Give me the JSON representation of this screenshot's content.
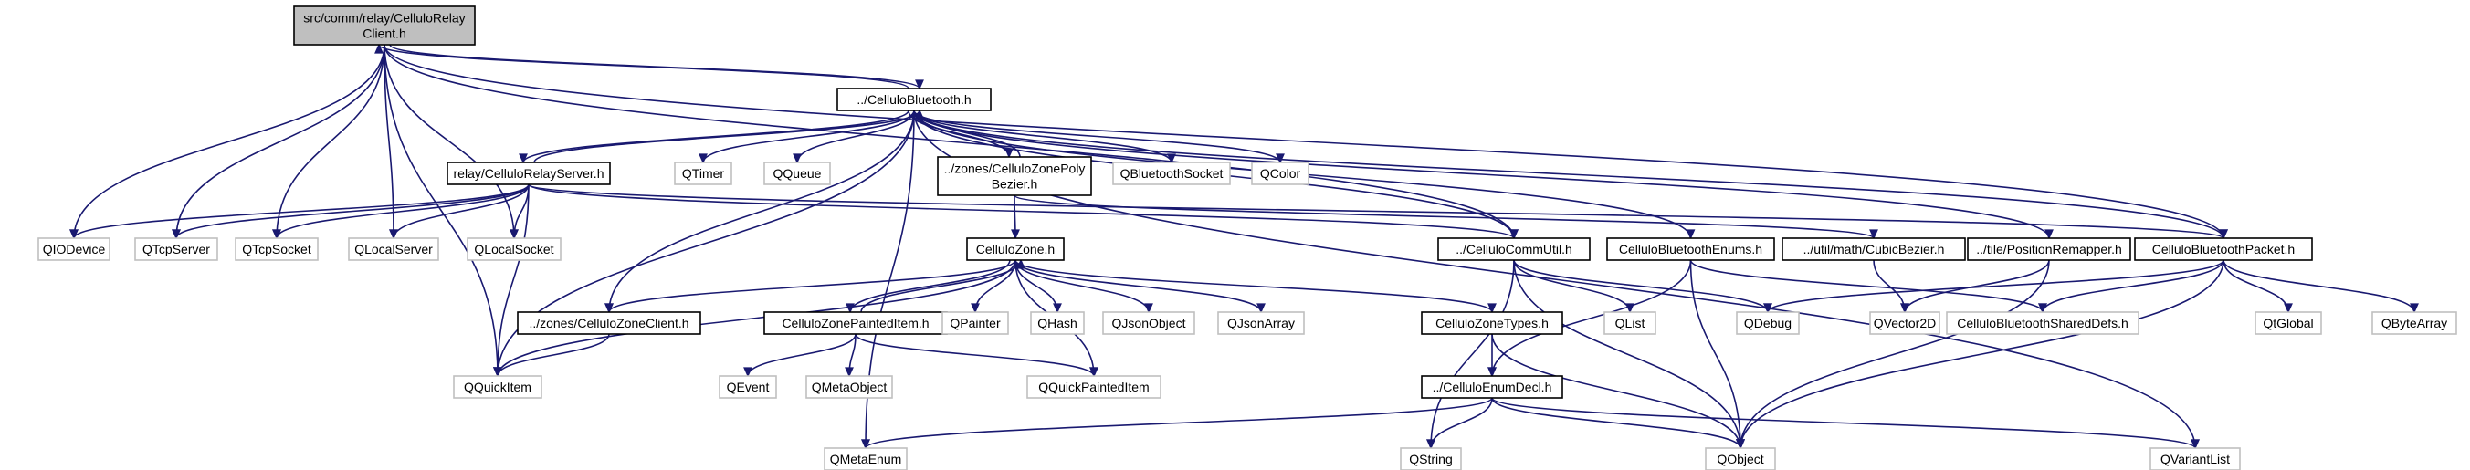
{
  "graph": {
    "nodes": [
      {
        "id": "relay_client",
        "lines": [
          "src/comm/relay/CelluloRelay",
          "Client.h"
        ],
        "kind": "main"
      },
      {
        "id": "bluetooth",
        "lines": [
          "../CelluloBluetooth.h"
        ],
        "kind": "local"
      },
      {
        "id": "relay_server",
        "lines": [
          "relay/CelluloRelayServer.h"
        ],
        "kind": "local"
      },
      {
        "id": "qiodevice",
        "lines": [
          "QIODevice"
        ],
        "kind": "ext"
      },
      {
        "id": "qtcpserver",
        "lines": [
          "QTcpServer"
        ],
        "kind": "ext"
      },
      {
        "id": "qtcpsocket",
        "lines": [
          "QTcpSocket"
        ],
        "kind": "ext"
      },
      {
        "id": "qlocalserver",
        "lines": [
          "QLocalServer"
        ],
        "kind": "ext"
      },
      {
        "id": "qlocalsocket",
        "lines": [
          "QLocalSocket"
        ],
        "kind": "ext"
      },
      {
        "id": "qtimer",
        "lines": [
          "QTimer"
        ],
        "kind": "ext"
      },
      {
        "id": "qqueue",
        "lines": [
          "QQueue"
        ],
        "kind": "ext"
      },
      {
        "id": "zonepoly",
        "lines": [
          "../zones/CelluloZonePoly",
          "Bezier.h"
        ],
        "kind": "local"
      },
      {
        "id": "qbtsocket",
        "lines": [
          "QBluetoothSocket"
        ],
        "kind": "ext"
      },
      {
        "id": "qcolor",
        "lines": [
          "QColor"
        ],
        "kind": "ext"
      },
      {
        "id": "commutil",
        "lines": [
          "../CelluloCommUtil.h"
        ],
        "kind": "local"
      },
      {
        "id": "btenums",
        "lines": [
          "CelluloBluetoothEnums.h"
        ],
        "kind": "local"
      },
      {
        "id": "cubicbezier",
        "lines": [
          "../util/math/CubicBezier.h"
        ],
        "kind": "local"
      },
      {
        "id": "posremap",
        "lines": [
          "../tile/PositionRemapper.h"
        ],
        "kind": "local"
      },
      {
        "id": "btpacket",
        "lines": [
          "CelluloBluetoothPacket.h"
        ],
        "kind": "local"
      },
      {
        "id": "zone",
        "lines": [
          "CelluloZone.h"
        ],
        "kind": "local"
      },
      {
        "id": "zoneclient",
        "lines": [
          "../zones/CelluloZoneClient.h"
        ],
        "kind": "local"
      },
      {
        "id": "zonepainted",
        "lines": [
          "CelluloZonePaintedItem.h"
        ],
        "kind": "local"
      },
      {
        "id": "qpainter",
        "lines": [
          "QPainter"
        ],
        "kind": "ext"
      },
      {
        "id": "qhash",
        "lines": [
          "QHash"
        ],
        "kind": "ext"
      },
      {
        "id": "qjsonobject",
        "lines": [
          "QJsonObject"
        ],
        "kind": "ext"
      },
      {
        "id": "qjsonarray",
        "lines": [
          "QJsonArray"
        ],
        "kind": "ext"
      },
      {
        "id": "zonetypes",
        "lines": [
          "CelluloZoneTypes.h"
        ],
        "kind": "local"
      },
      {
        "id": "qlist",
        "lines": [
          "QList"
        ],
        "kind": "ext"
      },
      {
        "id": "qdebug",
        "lines": [
          "QDebug"
        ],
        "kind": "ext"
      },
      {
        "id": "shareddefs",
        "lines": [
          "CelluloBluetoothSharedDefs.h"
        ],
        "kind": "ext"
      },
      {
        "id": "qvector2d",
        "lines": [
          "QVector2D"
        ],
        "kind": "ext"
      },
      {
        "id": "qtglobal",
        "lines": [
          "QtGlobal"
        ],
        "kind": "ext"
      },
      {
        "id": "qbytearray",
        "lines": [
          "QByteArray"
        ],
        "kind": "ext"
      },
      {
        "id": "qquickitem",
        "lines": [
          "QQuickItem"
        ],
        "kind": "ext"
      },
      {
        "id": "qevent",
        "lines": [
          "QEvent"
        ],
        "kind": "ext"
      },
      {
        "id": "qmetaobject",
        "lines": [
          "QMetaObject"
        ],
        "kind": "ext"
      },
      {
        "id": "qquickpainted",
        "lines": [
          "QQuickPaintedItem"
        ],
        "kind": "ext"
      },
      {
        "id": "enumdecl",
        "lines": [
          "../CelluloEnumDecl.h"
        ],
        "kind": "local"
      },
      {
        "id": "qmetaenum",
        "lines": [
          "QMetaEnum"
        ],
        "kind": "ext"
      },
      {
        "id": "qstring",
        "lines": [
          "QString"
        ],
        "kind": "ext"
      },
      {
        "id": "qobject",
        "lines": [
          "QObject"
        ],
        "kind": "ext"
      },
      {
        "id": "qvariantlist",
        "lines": [
          "QVariantList"
        ],
        "kind": "ext"
      }
    ],
    "edges": [
      [
        "relay_client",
        "bluetooth"
      ],
      [
        "relay_client",
        "qiodevice"
      ],
      [
        "relay_client",
        "qtcpserver"
      ],
      [
        "relay_client",
        "qtcpsocket"
      ],
      [
        "relay_client",
        "qlocalserver"
      ],
      [
        "relay_client",
        "qlocalsocket"
      ],
      [
        "relay_client",
        "qquickitem"
      ],
      [
        "relay_client",
        "btpacket"
      ],
      [
        "relay_client",
        "commutil"
      ],
      [
        "bluetooth",
        "relay_client"
      ],
      [
        "bluetooth",
        "relay_server"
      ],
      [
        "bluetooth",
        "qtimer"
      ],
      [
        "bluetooth",
        "qqueue"
      ],
      [
        "bluetooth",
        "zonepoly"
      ],
      [
        "bluetooth",
        "qbtsocket"
      ],
      [
        "bluetooth",
        "qcolor"
      ],
      [
        "bluetooth",
        "btenums"
      ],
      [
        "bluetooth",
        "posremap"
      ],
      [
        "bluetooth",
        "btpacket"
      ],
      [
        "bluetooth",
        "zoneclient"
      ],
      [
        "bluetooth",
        "qquickitem"
      ],
      [
        "bluetooth",
        "qmetaenum"
      ],
      [
        "bluetooth",
        "qvariantlist"
      ],
      [
        "bluetooth",
        "commutil"
      ],
      [
        "relay_server",
        "bluetooth"
      ],
      [
        "relay_server",
        "qiodevice"
      ],
      [
        "relay_server",
        "qtcpserver"
      ],
      [
        "relay_server",
        "qtcpsocket"
      ],
      [
        "relay_server",
        "qlocalserver"
      ],
      [
        "relay_server",
        "qlocalsocket"
      ],
      [
        "relay_server",
        "commutil"
      ],
      [
        "relay_server",
        "qquickitem"
      ],
      [
        "relay_server",
        "btpacket"
      ],
      [
        "zonepoly",
        "bluetooth"
      ],
      [
        "zonepoly",
        "zone"
      ],
      [
        "zonepoly",
        "cubicbezier"
      ],
      [
        "zone",
        "zoneclient"
      ],
      [
        "zone",
        "zonepainted"
      ],
      [
        "zone",
        "qpainter"
      ],
      [
        "zone",
        "qhash"
      ],
      [
        "zone",
        "qjsonobject"
      ],
      [
        "zone",
        "qjsonarray"
      ],
      [
        "zone",
        "zonetypes"
      ],
      [
        "zone",
        "qquickpainted"
      ],
      [
        "zone",
        "qquickitem"
      ],
      [
        "zonepainted",
        "zone"
      ],
      [
        "zonepainted",
        "qevent"
      ],
      [
        "zonepainted",
        "qmetaobject"
      ],
      [
        "zonepainted",
        "qquickpainted"
      ],
      [
        "zoneclient",
        "qquickitem"
      ],
      [
        "zonetypes",
        "enumdecl"
      ],
      [
        "zonetypes",
        "qobject"
      ],
      [
        "commutil",
        "qlist"
      ],
      [
        "commutil",
        "qdebug"
      ],
      [
        "commutil",
        "qstring"
      ],
      [
        "commutil",
        "qobject"
      ],
      [
        "btenums",
        "enumdecl"
      ],
      [
        "btenums",
        "shareddefs"
      ],
      [
        "btenums",
        "qobject"
      ],
      [
        "cubicbezier",
        "qvector2d"
      ],
      [
        "posremap",
        "qvector2d"
      ],
      [
        "posremap",
        "qobject"
      ],
      [
        "btpacket",
        "shareddefs"
      ],
      [
        "btpacket",
        "qtglobal"
      ],
      [
        "btpacket",
        "qbytearray"
      ],
      [
        "btpacket",
        "qdebug"
      ],
      [
        "btpacket",
        "qobject"
      ],
      [
        "enumdecl",
        "qmetaenum"
      ],
      [
        "enumdecl",
        "qstring"
      ],
      [
        "enumdecl",
        "qobject"
      ],
      [
        "enumdecl",
        "qvariantlist"
      ]
    ]
  }
}
